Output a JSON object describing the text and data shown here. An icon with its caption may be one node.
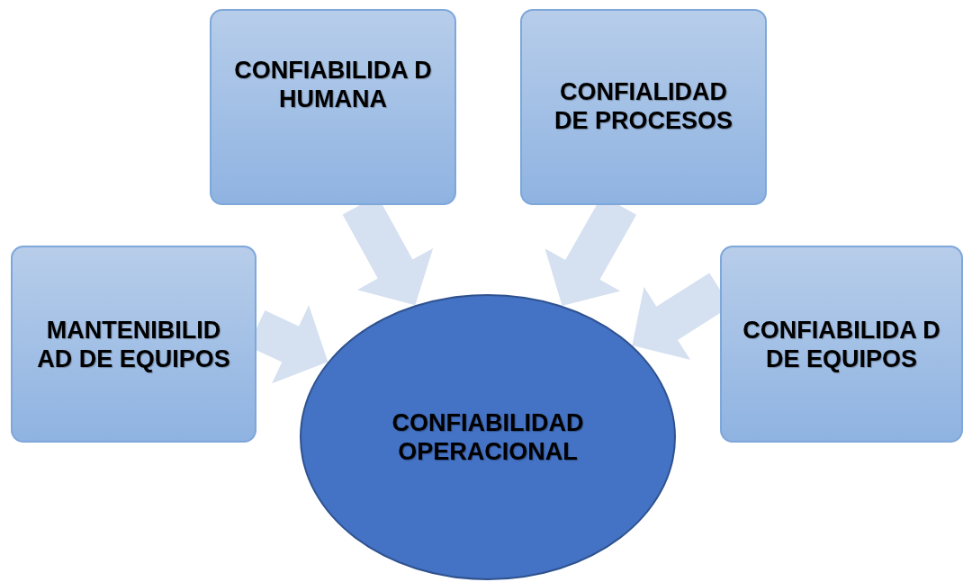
{
  "diagram": {
    "nodes": [
      {
        "text": [
          "CONFIABILIDA D HUMANA"
        ]
      },
      {
        "text": [
          "CONFIALIDAD DE PROCESOS"
        ]
      },
      {
        "text": [
          "MANTENIBILID AD DE EQUIPOS"
        ]
      },
      {
        "text": [
          "CONFIABILIDA D DE EQUIPOS"
        ]
      },
      {
        "text": [
          "CONFIABILIDAD OPERACIONAL"
        ]
      }
    ],
    "edges": [
      {
        "from": 0,
        "to": 4,
        "arrow": "to"
      },
      {
        "from": 1,
        "to": 4,
        "arrow": "to"
      },
      {
        "from": 2,
        "to": 4,
        "arrow": "to"
      },
      {
        "from": 3,
        "to": 4,
        "arrow": "to"
      }
    ]
  }
}
